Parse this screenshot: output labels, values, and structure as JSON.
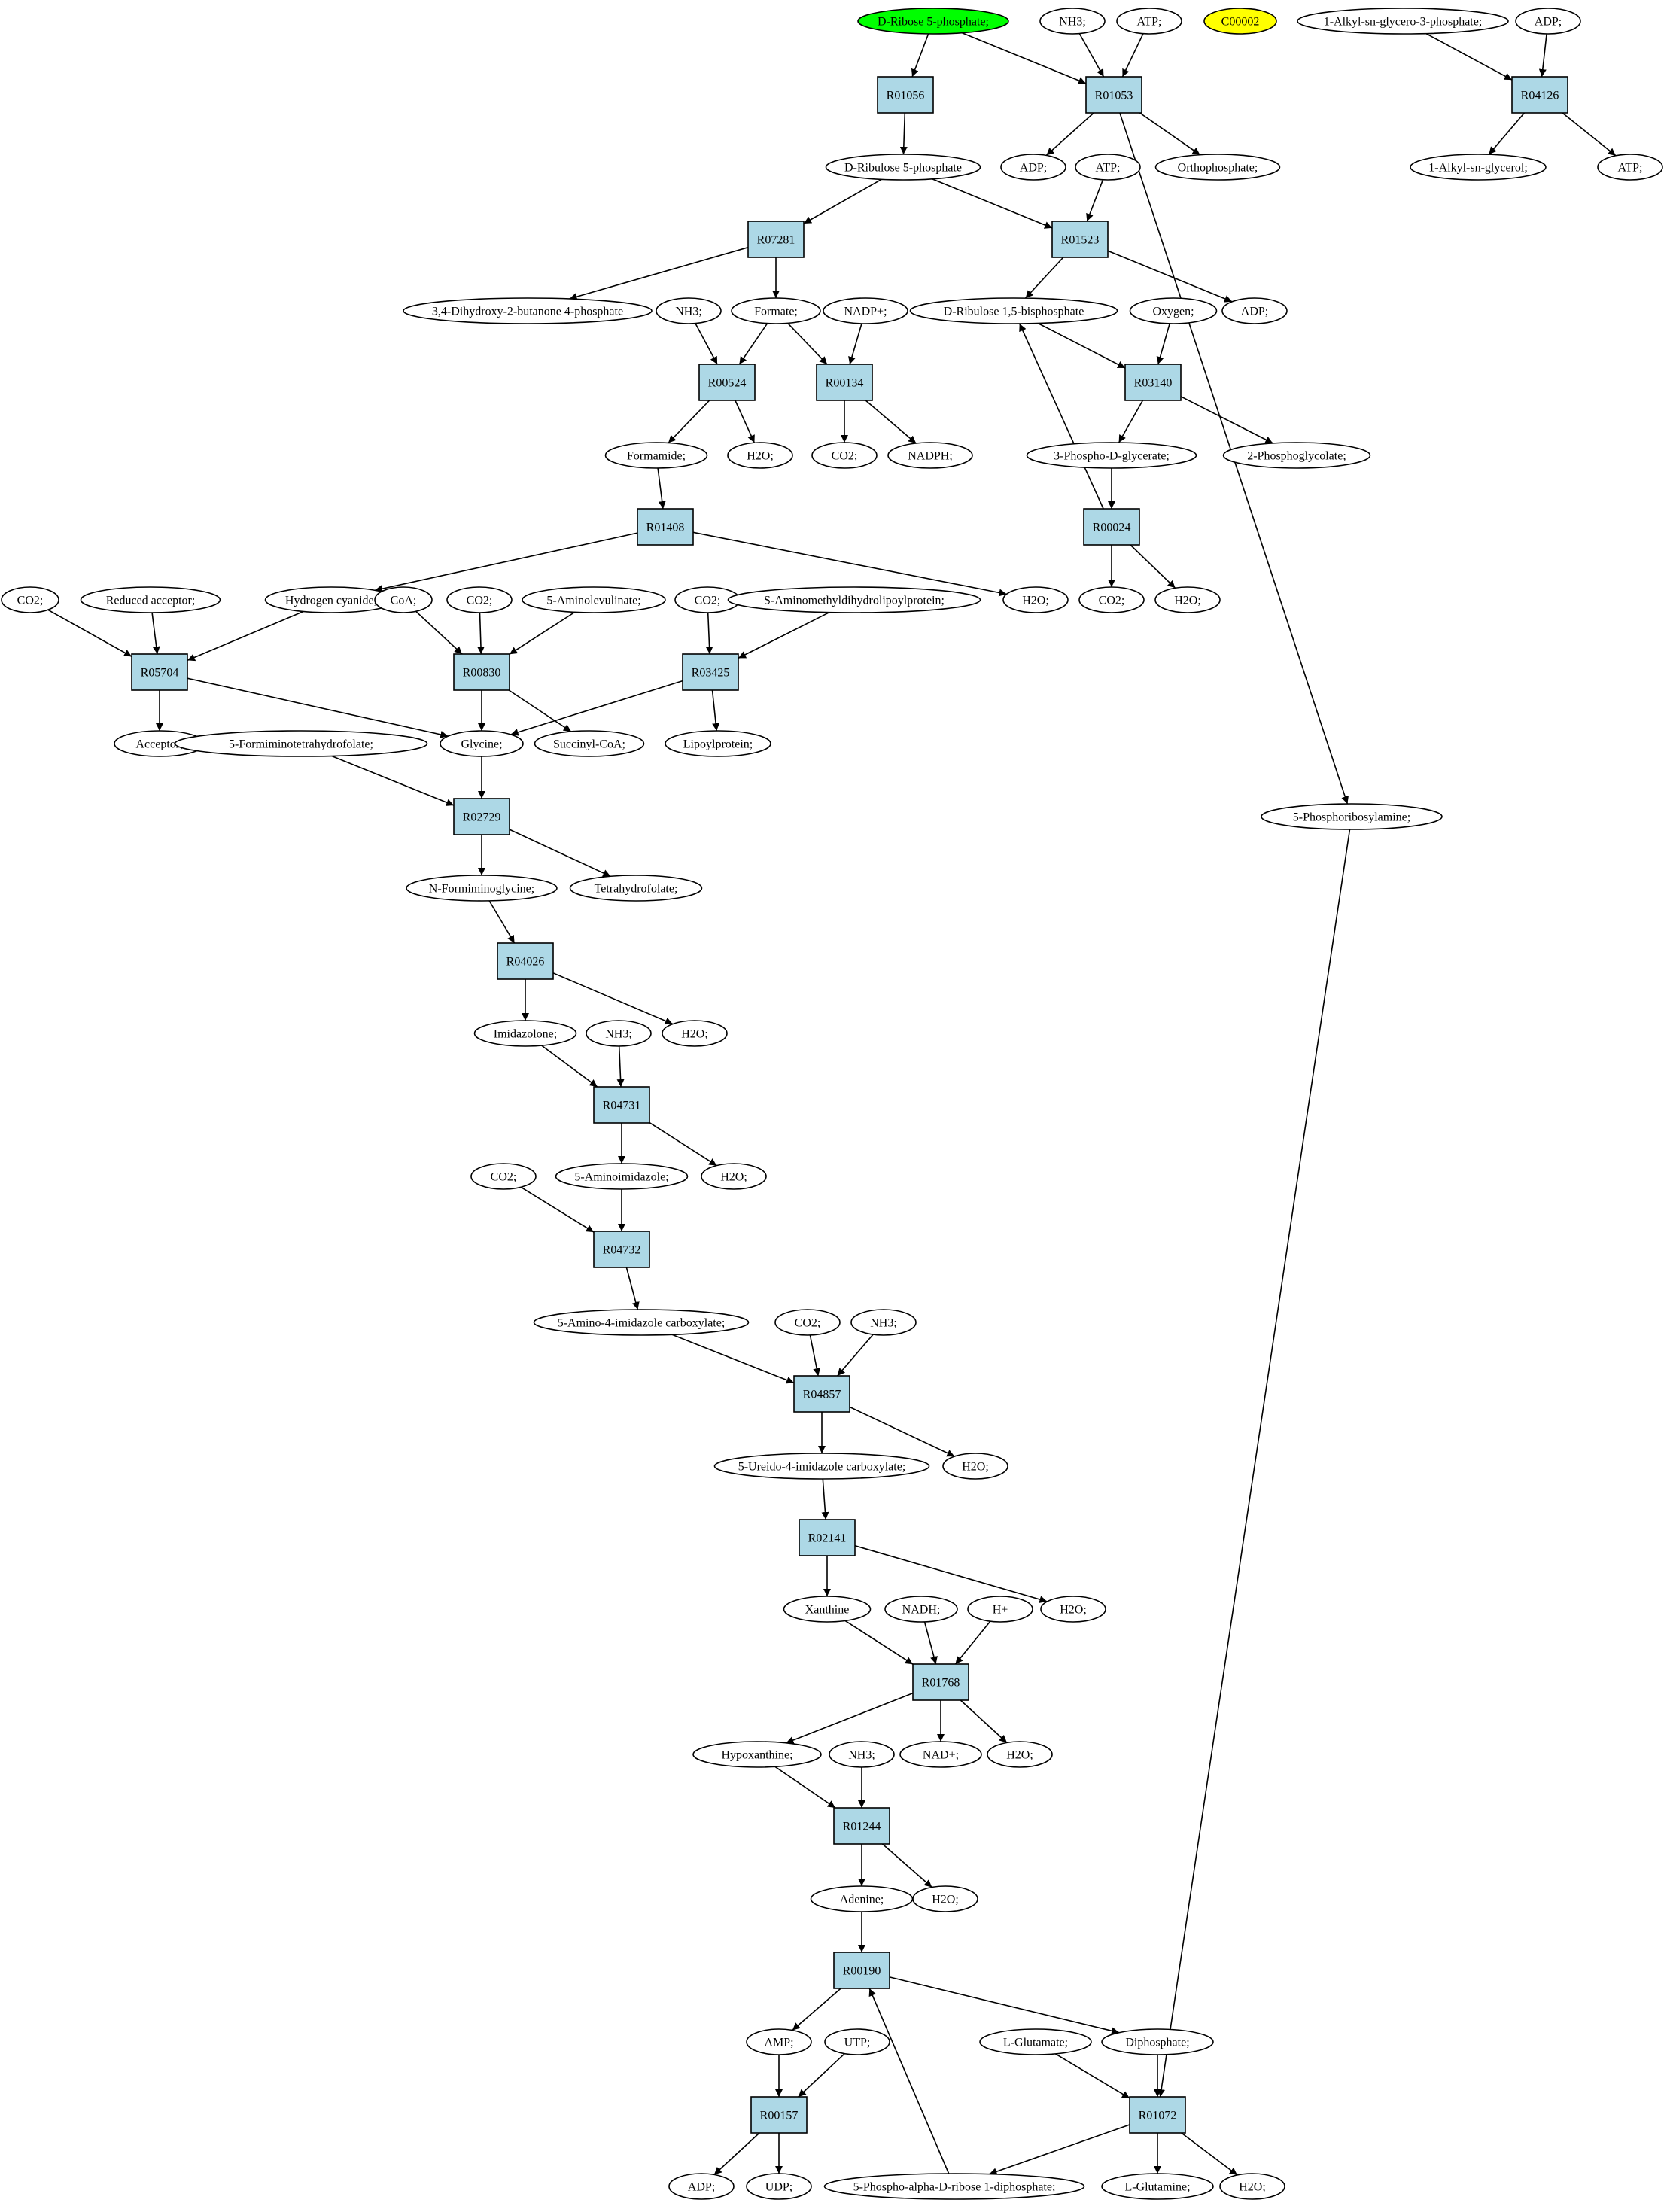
{
  "diagram": {
    "type": "metabolic-pathway-graph",
    "colors": {
      "reaction_fill": "#add8e6",
      "metabolite_fill": "#ffffff",
      "highlight_start": "#00ff00",
      "highlight_orphan": "#ffff00",
      "stroke": "#000000"
    },
    "nodes": [
      {
        "id": "m_r5p",
        "label": "D-Ribose 5-phosphate;",
        "kind": "metabolite",
        "fill": "#00ff00"
      },
      {
        "id": "m_nh3_a",
        "label": "NH3;",
        "kind": "metabolite"
      },
      {
        "id": "m_atp_a",
        "label": "ATP;",
        "kind": "metabolite"
      },
      {
        "id": "m_c00002",
        "label": "C00002",
        "kind": "metabolite",
        "fill": "#ffff00"
      },
      {
        "id": "m_alkylg3p",
        "label": "1-Alkyl-sn-glycero-3-phosphate;",
        "kind": "metabolite"
      },
      {
        "id": "m_adp_a",
        "label": "ADP;",
        "kind": "metabolite"
      },
      {
        "id": "R01056",
        "label": "R01056",
        "kind": "reaction"
      },
      {
        "id": "R01053",
        "label": "R01053",
        "kind": "reaction"
      },
      {
        "id": "R04126",
        "label": "R04126",
        "kind": "reaction"
      },
      {
        "id": "m_ru5p",
        "label": "D-Ribulose 5-phosphate",
        "kind": "metabolite"
      },
      {
        "id": "m_adp_b",
        "label": "ADP;",
        "kind": "metabolite"
      },
      {
        "id": "m_atp_b",
        "label": "ATP;",
        "kind": "metabolite"
      },
      {
        "id": "m_ortho",
        "label": "Orthophosphate;",
        "kind": "metabolite"
      },
      {
        "id": "m_alkylg",
        "label": "1-Alkyl-sn-glycerol;",
        "kind": "metabolite"
      },
      {
        "id": "m_atp_c",
        "label": "ATP;",
        "kind": "metabolite"
      },
      {
        "id": "R07281",
        "label": "R07281",
        "kind": "reaction"
      },
      {
        "id": "R01523",
        "label": "R01523",
        "kind": "reaction"
      },
      {
        "id": "m_dhbp",
        "label": "3,4-Dihydroxy-2-butanone 4-phosphate",
        "kind": "metabolite"
      },
      {
        "id": "m_nh3_b",
        "label": "NH3;",
        "kind": "metabolite"
      },
      {
        "id": "m_formate",
        "label": "Formate;",
        "kind": "metabolite"
      },
      {
        "id": "m_nadp",
        "label": "NADP+;",
        "kind": "metabolite"
      },
      {
        "id": "m_rubp",
        "label": "D-Ribulose 1,5-bisphosphate",
        "kind": "metabolite"
      },
      {
        "id": "m_oxygen",
        "label": "Oxygen;",
        "kind": "metabolite"
      },
      {
        "id": "m_adp_c",
        "label": "ADP;",
        "kind": "metabolite"
      },
      {
        "id": "R00524",
        "label": "R00524",
        "kind": "reaction"
      },
      {
        "id": "R00134",
        "label": "R00134",
        "kind": "reaction"
      },
      {
        "id": "R03140",
        "label": "R03140",
        "kind": "reaction"
      },
      {
        "id": "m_formamide",
        "label": "Formamide;",
        "kind": "metabolite"
      },
      {
        "id": "m_h2o_a",
        "label": "H2O;",
        "kind": "metabolite"
      },
      {
        "id": "m_co2_a",
        "label": "CO2;",
        "kind": "metabolite"
      },
      {
        "id": "m_nadph",
        "label": "NADPH;",
        "kind": "metabolite"
      },
      {
        "id": "m_3pg",
        "label": "3-Phospho-D-glycerate;",
        "kind": "metabolite"
      },
      {
        "id": "m_2pgly",
        "label": "2-Phosphoglycolate;",
        "kind": "metabolite"
      },
      {
        "id": "R01408",
        "label": "R01408",
        "kind": "reaction"
      },
      {
        "id": "R00024",
        "label": "R00024",
        "kind": "reaction"
      },
      {
        "id": "m_co2_b",
        "label": "CO2;",
        "kind": "metabolite"
      },
      {
        "id": "m_redacc",
        "label": "Reduced acceptor;",
        "kind": "metabolite"
      },
      {
        "id": "m_hcn",
        "label": "Hydrogen cyanide;",
        "kind": "metabolite"
      },
      {
        "id": "m_coa",
        "label": "CoA;",
        "kind": "metabolite"
      },
      {
        "id": "m_co2_c",
        "label": "CO2;",
        "kind": "metabolite"
      },
      {
        "id": "m_ala",
        "label": "5-Aminolevulinate;",
        "kind": "metabolite"
      },
      {
        "id": "m_co2_d",
        "label": "CO2;",
        "kind": "metabolite"
      },
      {
        "id": "m_samlp",
        "label": "S-Aminomethyldihydrolipoylprotein;",
        "kind": "metabolite"
      },
      {
        "id": "m_h2o_b",
        "label": "H2O;",
        "kind": "metabolite"
      },
      {
        "id": "m_co2_e",
        "label": "CO2;",
        "kind": "metabolite"
      },
      {
        "id": "m_h2o_c",
        "label": "H2O;",
        "kind": "metabolite"
      },
      {
        "id": "R05704",
        "label": "R05704",
        "kind": "reaction"
      },
      {
        "id": "R00830",
        "label": "R00830",
        "kind": "reaction"
      },
      {
        "id": "R03425",
        "label": "R03425",
        "kind": "reaction"
      },
      {
        "id": "m_acceptor",
        "label": "Acceptor;",
        "kind": "metabolite"
      },
      {
        "id": "m_fthf",
        "label": "5-Formiminotetrahydrofolate;",
        "kind": "metabolite"
      },
      {
        "id": "m_glycine",
        "label": "Glycine;",
        "kind": "metabolite"
      },
      {
        "id": "m_succoa",
        "label": "Succinyl-CoA;",
        "kind": "metabolite"
      },
      {
        "id": "m_lipoyl",
        "label": "Lipoylprotein;",
        "kind": "metabolite"
      },
      {
        "id": "m_prpa",
        "label": "5-Phosphoribosylamine;",
        "kind": "metabolite"
      },
      {
        "id": "R02729",
        "label": "R02729",
        "kind": "reaction"
      },
      {
        "id": "m_nfg",
        "label": "N-Formiminoglycine;",
        "kind": "metabolite"
      },
      {
        "id": "m_thf",
        "label": "Tetrahydrofolate;",
        "kind": "metabolite"
      },
      {
        "id": "R04026",
        "label": "R04026",
        "kind": "reaction"
      },
      {
        "id": "m_imidazolone",
        "label": "Imidazolone;",
        "kind": "metabolite"
      },
      {
        "id": "m_nh3_c",
        "label": "NH3;",
        "kind": "metabolite"
      },
      {
        "id": "m_h2o_d",
        "label": "H2O;",
        "kind": "metabolite"
      },
      {
        "id": "R04731",
        "label": "R04731",
        "kind": "reaction"
      },
      {
        "id": "m_co2_f",
        "label": "CO2;",
        "kind": "metabolite"
      },
      {
        "id": "m_5ai",
        "label": "5-Aminoimidazole;",
        "kind": "metabolite"
      },
      {
        "id": "m_h2o_e",
        "label": "H2O;",
        "kind": "metabolite"
      },
      {
        "id": "R04732",
        "label": "R04732",
        "kind": "reaction"
      },
      {
        "id": "m_5a4ic",
        "label": "5-Amino-4-imidazole carboxylate;",
        "kind": "metabolite"
      },
      {
        "id": "m_co2_g",
        "label": "CO2;",
        "kind": "metabolite"
      },
      {
        "id": "m_nh3_d",
        "label": "NH3;",
        "kind": "metabolite"
      },
      {
        "id": "R04857",
        "label": "R04857",
        "kind": "reaction"
      },
      {
        "id": "m_5u4ic",
        "label": "5-Ureido-4-imidazole carboxylate;",
        "kind": "metabolite"
      },
      {
        "id": "m_h2o_f",
        "label": "H2O;",
        "kind": "metabolite"
      },
      {
        "id": "R02141",
        "label": "R02141",
        "kind": "reaction"
      },
      {
        "id": "m_xanthine",
        "label": "Xanthine",
        "kind": "metabolite"
      },
      {
        "id": "m_nadh",
        "label": "NADH;",
        "kind": "metabolite"
      },
      {
        "id": "m_hplus",
        "label": "H+",
        "kind": "metabolite"
      },
      {
        "id": "m_h2o_g",
        "label": "H2O;",
        "kind": "metabolite"
      },
      {
        "id": "R01768",
        "label": "R01768",
        "kind": "reaction"
      },
      {
        "id": "m_hypox",
        "label": "Hypoxanthine;",
        "kind": "metabolite"
      },
      {
        "id": "m_nh3_e",
        "label": "NH3;",
        "kind": "metabolite"
      },
      {
        "id": "m_nad",
        "label": "NAD+;",
        "kind": "metabolite"
      },
      {
        "id": "m_h2o_h",
        "label": "H2O;",
        "kind": "metabolite"
      },
      {
        "id": "R01244",
        "label": "R01244",
        "kind": "reaction"
      },
      {
        "id": "m_adenine",
        "label": "Adenine;",
        "kind": "metabolite"
      },
      {
        "id": "m_h2o_i",
        "label": "H2O;",
        "kind": "metabolite"
      },
      {
        "id": "R00190",
        "label": "R00190",
        "kind": "reaction"
      },
      {
        "id": "m_amp",
        "label": "AMP;",
        "kind": "metabolite"
      },
      {
        "id": "m_utp",
        "label": "UTP;",
        "kind": "metabolite"
      },
      {
        "id": "m_lglu",
        "label": "L-Glutamate;",
        "kind": "metabolite"
      },
      {
        "id": "m_dipho",
        "label": "Diphosphate;",
        "kind": "metabolite"
      },
      {
        "id": "R00157",
        "label": "R00157",
        "kind": "reaction"
      },
      {
        "id": "R01072",
        "label": "R01072",
        "kind": "reaction"
      },
      {
        "id": "m_adp_d",
        "label": "ADP;",
        "kind": "metabolite"
      },
      {
        "id": "m_udp",
        "label": "UDP;",
        "kind": "metabolite"
      },
      {
        "id": "m_prpp",
        "label": "5-Phospho-alpha-D-ribose 1-diphosphate;",
        "kind": "metabolite"
      },
      {
        "id": "m_lgln",
        "label": "L-Glutamine;",
        "kind": "metabolite"
      },
      {
        "id": "m_h2o_j",
        "label": "H2O;",
        "kind": "metabolite"
      }
    ],
    "edges": [
      [
        "m_r5p",
        "R01056"
      ],
      [
        "m_r5p",
        "R01053"
      ],
      [
        "m_nh3_a",
        "R01053"
      ],
      [
        "m_atp_a",
        "R01053"
      ],
      [
        "m_alkylg3p",
        "R04126"
      ],
      [
        "m_adp_a",
        "R04126"
      ],
      [
        "R01056",
        "m_ru5p"
      ],
      [
        "R01053",
        "m_adp_b"
      ],
      [
        "R01053",
        "m_ortho"
      ],
      [
        "R01053",
        "m_prpa"
      ],
      [
        "R04126",
        "m_alkylg"
      ],
      [
        "R04126",
        "m_atp_c"
      ],
      [
        "m_ru5p",
        "R07281"
      ],
      [
        "m_ru5p",
        "R01523"
      ],
      [
        "m_atp_b",
        "R01523"
      ],
      [
        "R07281",
        "m_dhbp"
      ],
      [
        "R07281",
        "m_formate"
      ],
      [
        "R01523",
        "m_rubp"
      ],
      [
        "R01523",
        "m_adp_c"
      ],
      [
        "m_nh3_b",
        "R00524"
      ],
      [
        "m_formate",
        "R00524"
      ],
      [
        "m_formate",
        "R00134"
      ],
      [
        "m_nadp",
        "R00134"
      ],
      [
        "m_rubp",
        "R03140"
      ],
      [
        "m_oxygen",
        "R03140"
      ],
      [
        "R00524",
        "m_formamide"
      ],
      [
        "R00524",
        "m_h2o_a"
      ],
      [
        "R00134",
        "m_co2_a"
      ],
      [
        "R00134",
        "m_nadph"
      ],
      [
        "R03140",
        "m_3pg"
      ],
      [
        "R03140",
        "m_2pgly"
      ],
      [
        "m_formamide",
        "R01408"
      ],
      [
        "m_3pg",
        "R00024"
      ],
      [
        "R01408",
        "m_hcn"
      ],
      [
        "R01408",
        "m_h2o_b"
      ],
      [
        "R00024",
        "m_rubp"
      ],
      [
        "R00024",
        "m_co2_e"
      ],
      [
        "R00024",
        "m_h2o_c"
      ],
      [
        "m_co2_b",
        "R05704"
      ],
      [
        "m_redacc",
        "R05704"
      ],
      [
        "m_hcn",
        "R05704"
      ],
      [
        "m_coa",
        "R00830"
      ],
      [
        "m_co2_c",
        "R00830"
      ],
      [
        "m_ala",
        "R00830"
      ],
      [
        "m_co2_d",
        "R03425"
      ],
      [
        "m_samlp",
        "R03425"
      ],
      [
        "R05704",
        "m_acceptor"
      ],
      [
        "R05704",
        "m_glycine"
      ],
      [
        "R00830",
        "m_glycine"
      ],
      [
        "R00830",
        "m_succoa"
      ],
      [
        "R03425",
        "m_glycine"
      ],
      [
        "R03425",
        "m_lipoyl"
      ],
      [
        "m_fthf",
        "R02729"
      ],
      [
        "m_glycine",
        "R02729"
      ],
      [
        "R02729",
        "m_nfg"
      ],
      [
        "R02729",
        "m_thf"
      ],
      [
        "m_nfg",
        "R04026"
      ],
      [
        "R04026",
        "m_imidazolone"
      ],
      [
        "R04026",
        "m_h2o_d"
      ],
      [
        "m_imidazolone",
        "R04731"
      ],
      [
        "m_nh3_c",
        "R04731"
      ],
      [
        "R04731",
        "m_5ai"
      ],
      [
        "R04731",
        "m_h2o_e"
      ],
      [
        "m_co2_f",
        "R04732"
      ],
      [
        "m_5ai",
        "R04732"
      ],
      [
        "R04732",
        "m_5a4ic"
      ],
      [
        "m_5a4ic",
        "R04857"
      ],
      [
        "m_co2_g",
        "R04857"
      ],
      [
        "m_nh3_d",
        "R04857"
      ],
      [
        "R04857",
        "m_5u4ic"
      ],
      [
        "R04857",
        "m_h2o_f"
      ],
      [
        "m_5u4ic",
        "R02141"
      ],
      [
        "R02141",
        "m_xanthine"
      ],
      [
        "R02141",
        "m_h2o_g"
      ],
      [
        "m_xanthine",
        "R01768"
      ],
      [
        "m_nadh",
        "R01768"
      ],
      [
        "m_hplus",
        "R01768"
      ],
      [
        "R01768",
        "m_hypox"
      ],
      [
        "R01768",
        "m_nad"
      ],
      [
        "R01768",
        "m_h2o_h"
      ],
      [
        "m_hypox",
        "R01244"
      ],
      [
        "m_nh3_e",
        "R01244"
      ],
      [
        "R01244",
        "m_adenine"
      ],
      [
        "R01244",
        "m_h2o_i"
      ],
      [
        "m_adenine",
        "R00190"
      ],
      [
        "m_prpp",
        "R00190"
      ],
      [
        "R00190",
        "m_amp"
      ],
      [
        "R00190",
        "m_dipho"
      ],
      [
        "m_amp",
        "R00157"
      ],
      [
        "m_utp",
        "R00157"
      ],
      [
        "m_lglu",
        "R01072"
      ],
      [
        "m_dipho",
        "R01072"
      ],
      [
        "m_prpa",
        "R01072"
      ],
      [
        "R00157",
        "m_adp_d"
      ],
      [
        "R00157",
        "m_udp"
      ],
      [
        "R01072",
        "m_prpp"
      ],
      [
        "R01072",
        "m_lgln"
      ],
      [
        "R01072",
        "m_h2o_j"
      ]
    ]
  }
}
